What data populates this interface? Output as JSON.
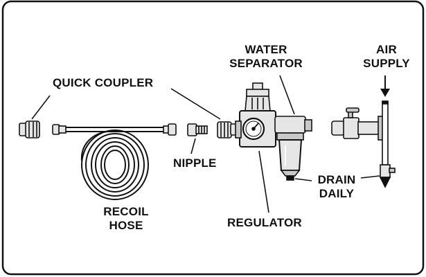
{
  "labels": {
    "quick_coupler": "QUICK COUPLER",
    "water_separator_line1": "WATER",
    "water_separator_line2": "SEPARATOR",
    "air_supply_line1": "AIR",
    "air_supply_line2": "SUPPLY",
    "nipple": "NIPPLE",
    "drain_daily_line1": "DRAIN",
    "drain_daily_line2": "DAILY",
    "recoil_hose_line1": "RECOIL",
    "recoil_hose_line2": "HOSE",
    "regulator": "REGULATOR"
  },
  "colors": {
    "ink": "#111111",
    "fill_light": "#e6e6e6",
    "fill_mid": "#c9c9c9",
    "background": "#ffffff"
  }
}
